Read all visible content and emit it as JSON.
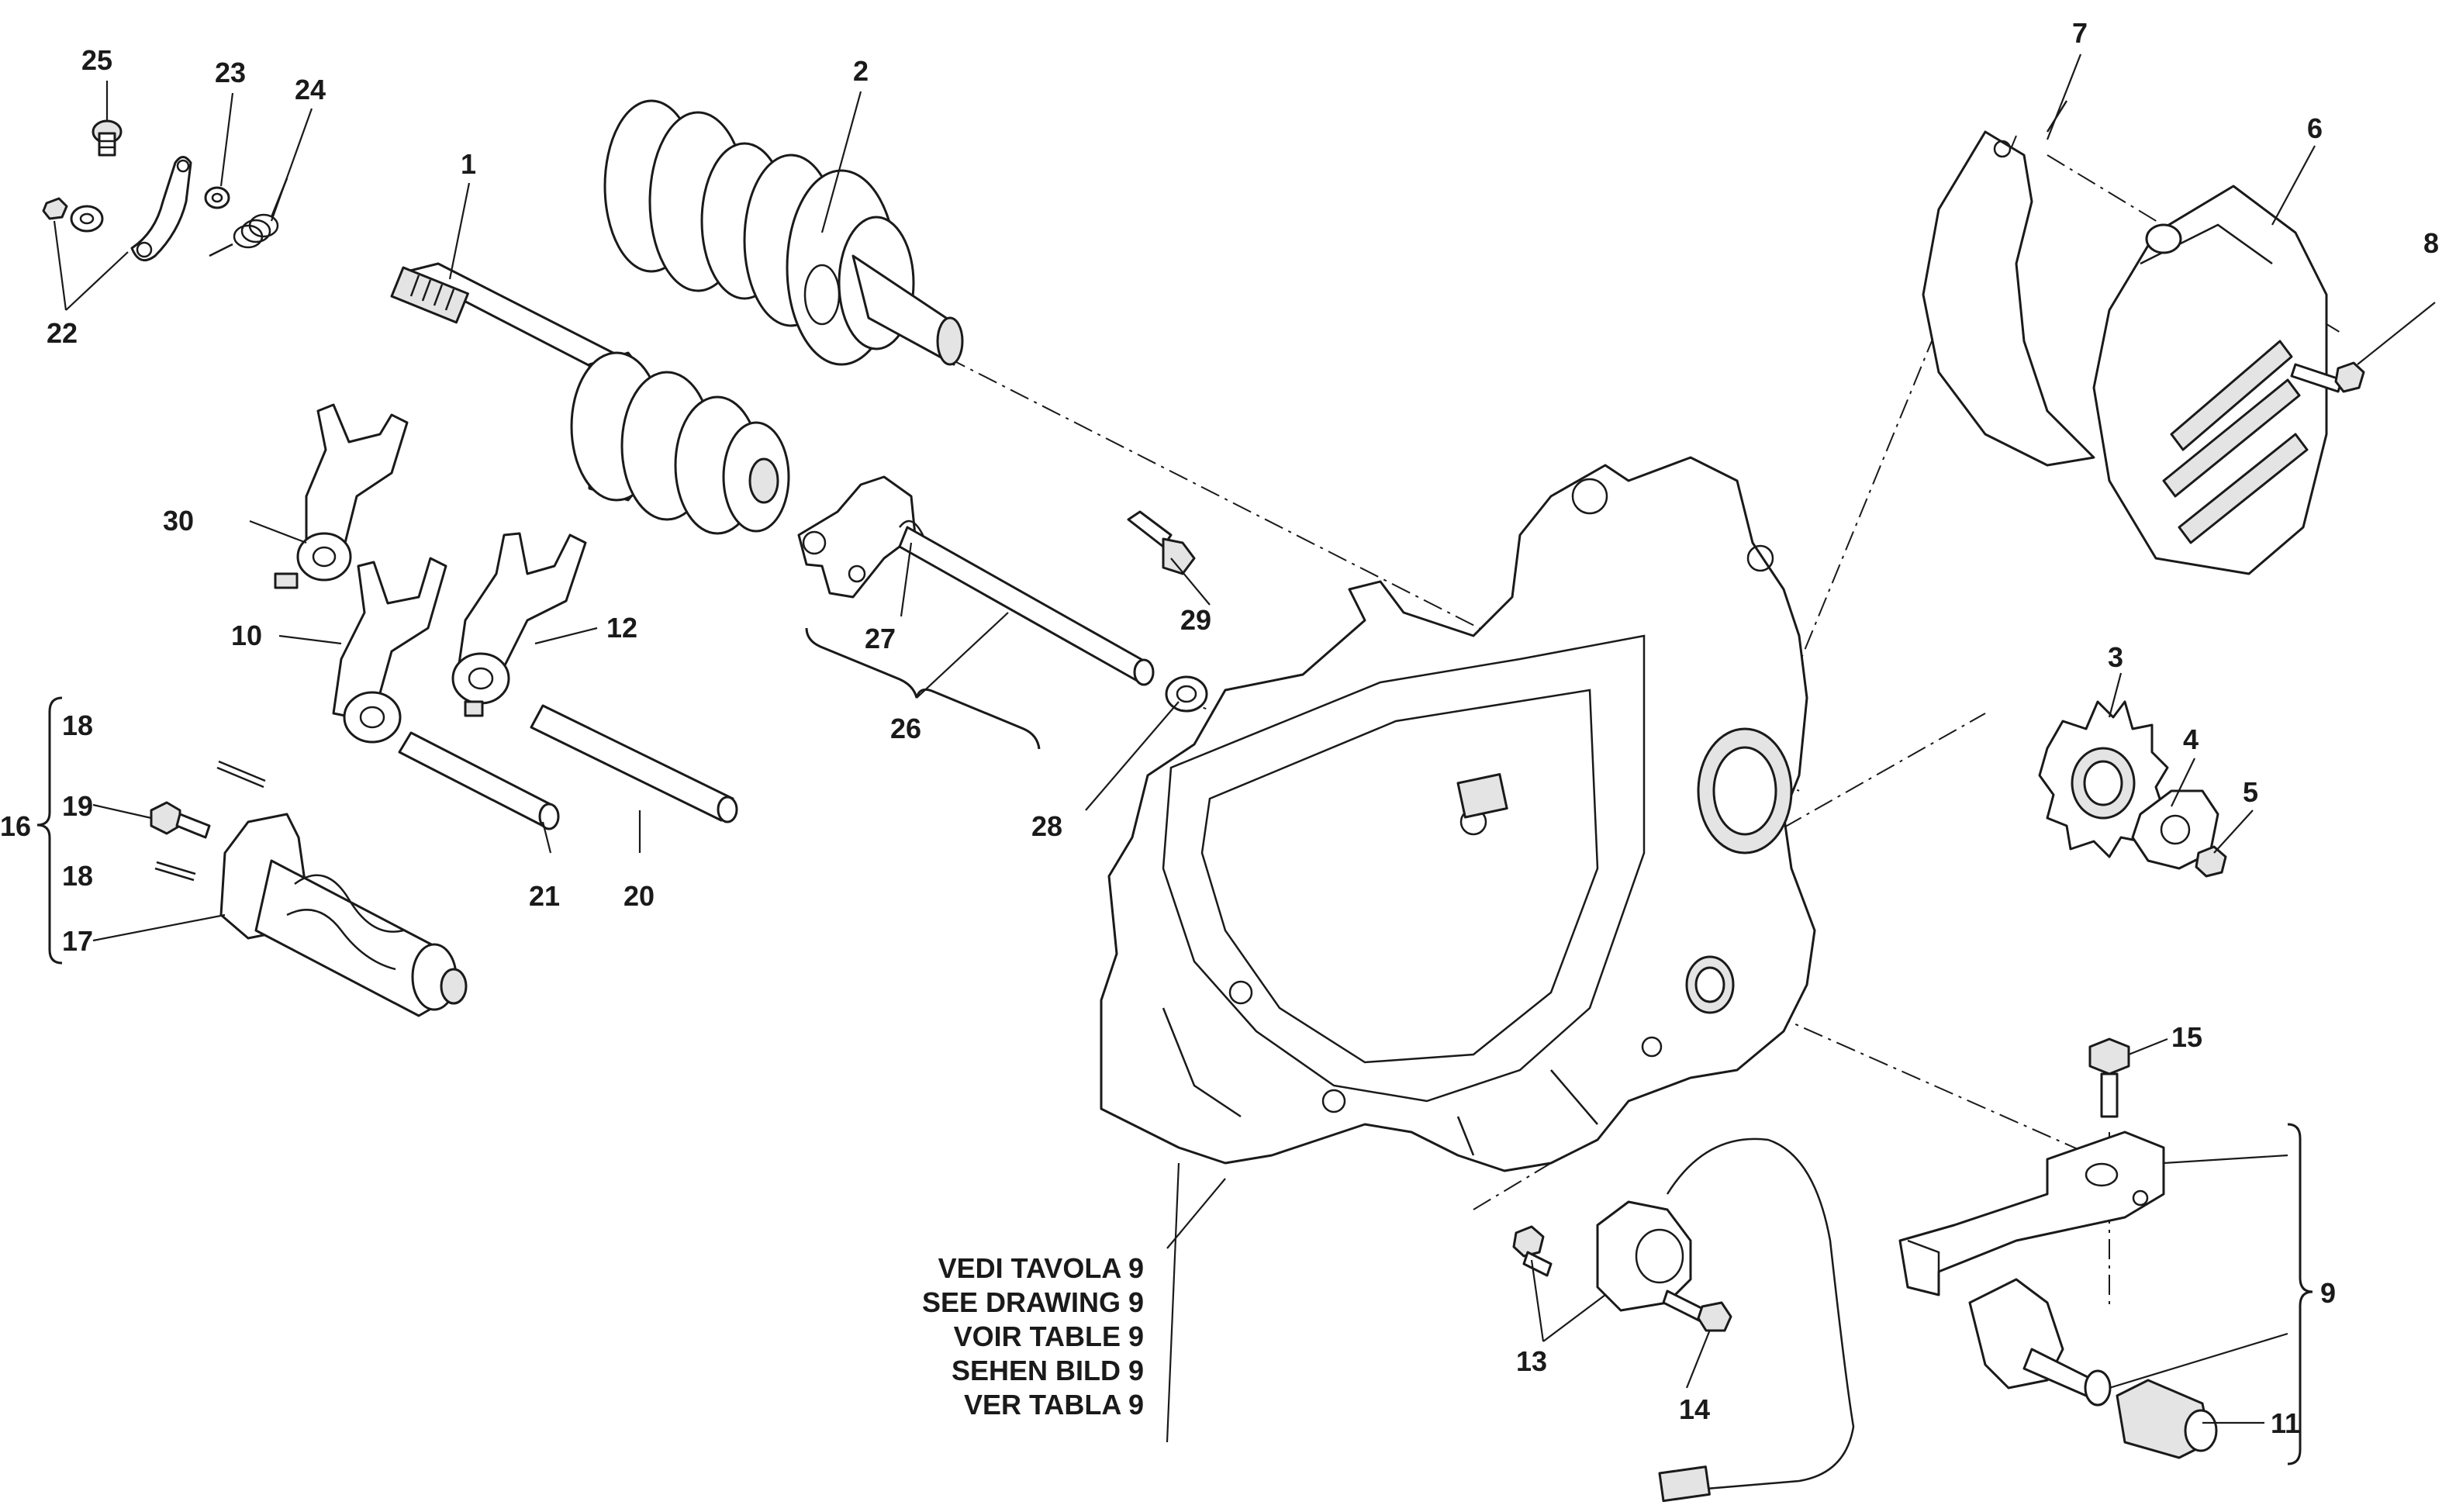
{
  "callouts": {
    "c1": "1",
    "c2": "2",
    "c3": "3",
    "c4": "4",
    "c5": "5",
    "c6": "6",
    "c7": "7",
    "c8": "8",
    "c9": "9",
    "c10": "10",
    "c11": "11",
    "c12": "12",
    "c13": "13",
    "c14": "14",
    "c15": "15",
    "c16": "16",
    "c17": "17",
    "c18a": "18",
    "c18b": "18",
    "c19": "19",
    "c20": "20",
    "c21": "21",
    "c22": "22",
    "c23": "23",
    "c24": "24",
    "c25": "25",
    "c26": "26",
    "c27": "27",
    "c28": "28",
    "c29": "29",
    "c30": "30"
  },
  "reference_note": [
    "VEDI TAVOLA 9",
    "SEE DRAWING 9",
    "VOIR TABLE 9",
    "SEHEN BILD 9",
    "VER TABLA 9"
  ],
  "colors": {
    "line": "#1a1a1a",
    "shade": "#e4e4e4",
    "background": "#ffffff"
  }
}
